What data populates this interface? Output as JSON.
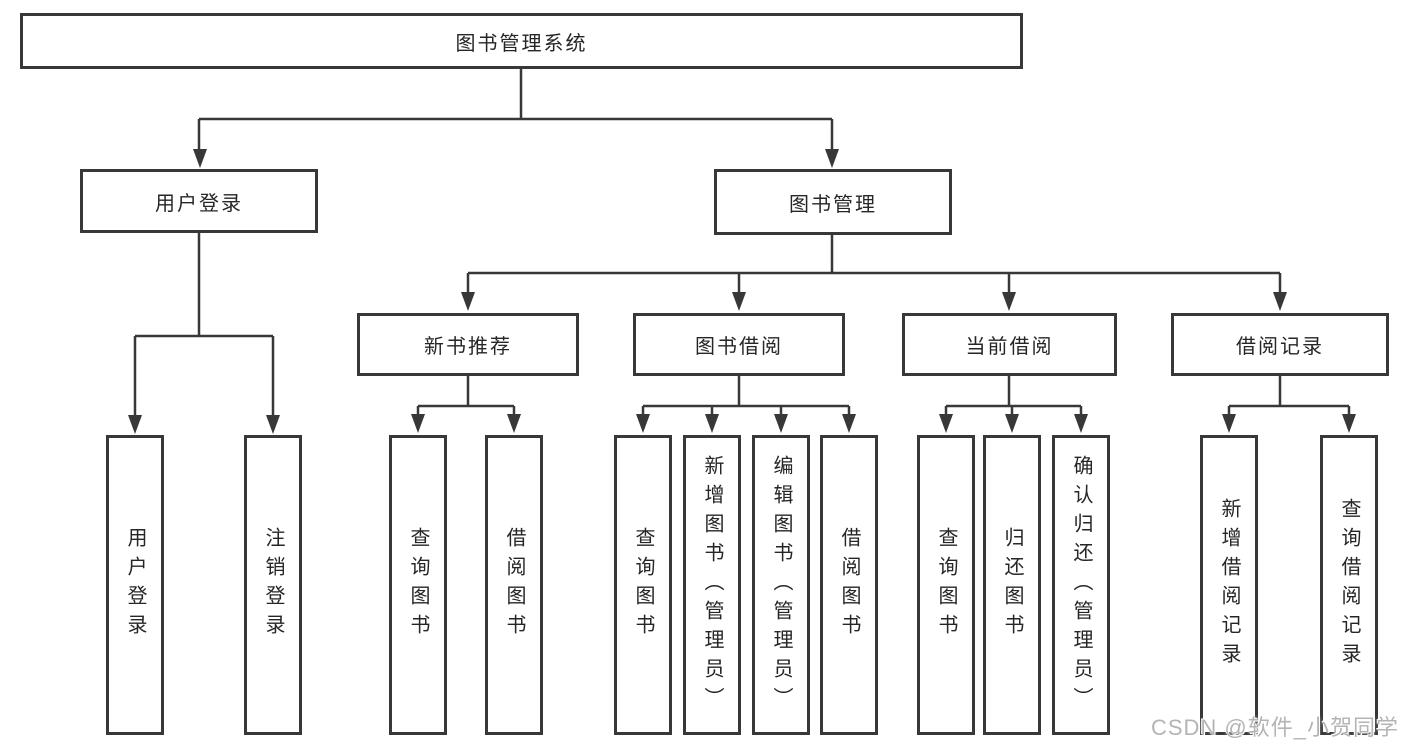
{
  "diagram": {
    "root": "图书管理系统",
    "branches": {
      "user": "用户登录",
      "book": "图书管理"
    },
    "modules": {
      "recommend": "新书推荐",
      "borrow": "图书借阅",
      "current": "当前借阅",
      "records": "借阅记录"
    },
    "leaves": {
      "user_login": "用户登录",
      "user_logout": "注销登录",
      "recommend_query": "查询图书",
      "recommend_borrow": "借阅图书",
      "borrow_query": "查询图书",
      "borrow_add": "新增图书（管理员）",
      "borrow_edit": "编辑图书（管理员）",
      "borrow_borrow": "借阅图书",
      "current_query": "查询图书",
      "current_return": "归还图书",
      "current_confirm": "确认归还（管理员）",
      "records_add": "新增借阅记录",
      "records_query": "查询借阅记录"
    }
  },
  "watermark": "CSDN @软件_小贺同学",
  "colors": {
    "line": "#383838",
    "box_border": "#383838",
    "text": "#262626",
    "watermark": "#b4b4b4",
    "background": "#ffffff"
  }
}
